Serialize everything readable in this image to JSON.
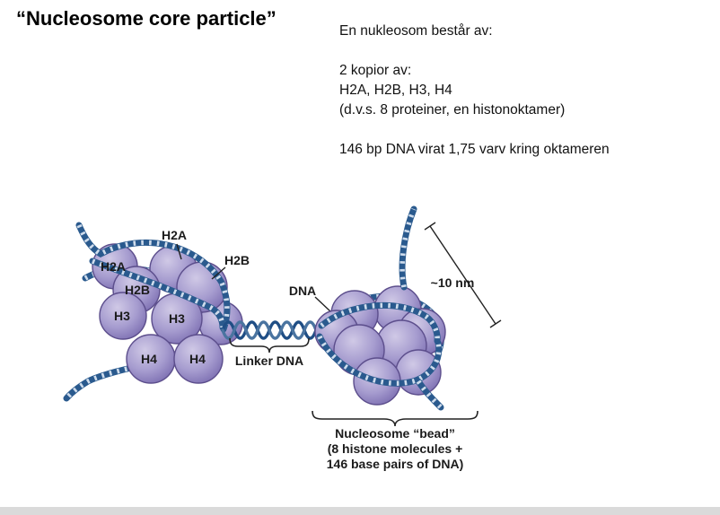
{
  "title": "“Nucleosome core particle”",
  "info": {
    "line1": "En nukleosom består av:",
    "line2": "2 kopior av:",
    "line3": "H2A, H2B, H3, H4",
    "line4": "(d.v.s. 8 proteiner, en histonoktamer)",
    "line5": "146 bp DNA virat 1,75 varv kring oktameren"
  },
  "diagram": {
    "histone_labels": {
      "h2a_callout": "H2A",
      "h2b_callout": "H2B",
      "h2a": "H2A",
      "h2b": "H2B",
      "h3_left": "H3",
      "h3_right": "H3",
      "h4_left": "H4",
      "h4_right": "H4"
    },
    "dna_label": "DNA",
    "linker_label": "Linker DNA",
    "scale_label": "~10 nm",
    "bead_caption": {
      "line1": "Nucleosome “bead”",
      "line2": "(8 histone molecules +",
      "line3": "146 base pairs of DNA)"
    },
    "colors": {
      "histone_purple": "#a69ccf",
      "dna_blue": "#2a5a8e"
    }
  }
}
